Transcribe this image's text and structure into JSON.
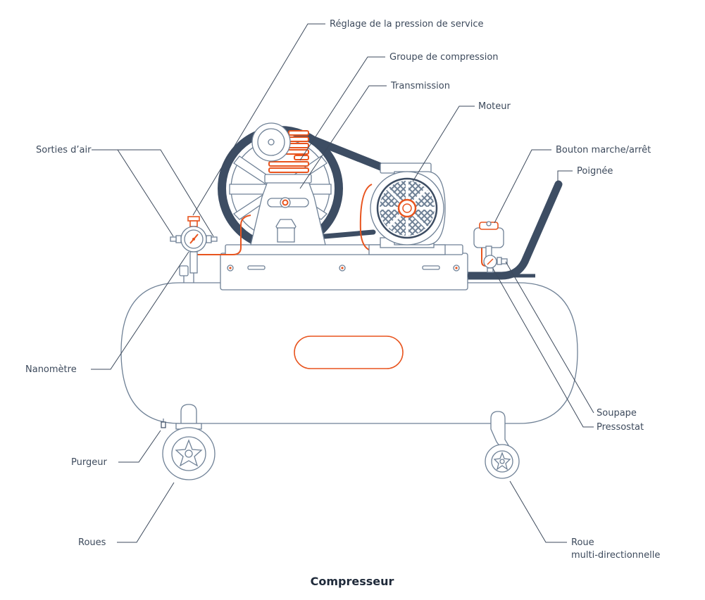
{
  "title": "Compresseur",
  "labels": {
    "reglage": "Réglage de la pression de service",
    "groupe": "Groupe de compression",
    "transmission": "Transmission",
    "moteur": "Moteur",
    "sorties": "Sorties d’air",
    "bouton": "Bouton marche/arrêt",
    "poignee": "Poignée",
    "nanometre": "Nanomètre",
    "soupape": "Soupape",
    "pressostat": "Pressostat",
    "purgeur": "Purgeur",
    "roues": "Roues",
    "roue_line1": "Roue",
    "roue_line2": "multi-directionnelle"
  },
  "colors": {
    "outline": "#6f8196",
    "dark": "#3d4d63",
    "accent": "#e8541e",
    "text": "#3d4a5c"
  }
}
